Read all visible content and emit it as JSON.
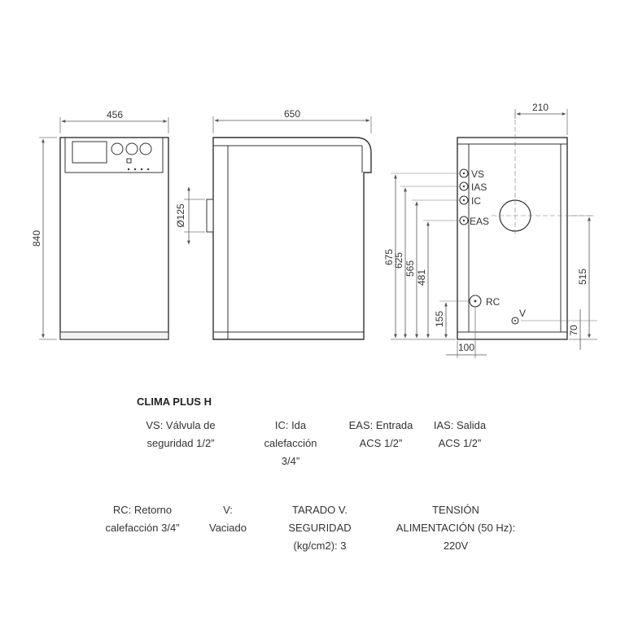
{
  "drawing": {
    "front_view": {
      "width_dim": "456",
      "height_dim": "840"
    },
    "side_view": {
      "depth_dim": "650",
      "flue_dim": "Ø125"
    },
    "rear_view": {
      "top_dim": "210",
      "bottom_dim": "100",
      "right_dims": [
        "515",
        "70"
      ],
      "left_dims": [
        "675",
        "625",
        "565",
        "481",
        "155"
      ],
      "connections": [
        "VS",
        "IAS",
        "IC",
        "EAS",
        "RC",
        "V"
      ]
    }
  },
  "legend": {
    "title": "CLIMA PLUS H",
    "items": [
      {
        "lines": [
          "VS: Válvula de",
          "seguridad 1/2”"
        ]
      },
      {
        "lines": [
          "IC: Ida",
          "calefacción",
          "3/4”"
        ]
      },
      {
        "lines": [
          "EAS: Entrada",
          "ACS 1/2”"
        ]
      },
      {
        "lines": [
          "IAS: Salida",
          "ACS 1/2”"
        ]
      },
      {
        "lines": [
          "RC: Retorno",
          "calefacción 3/4”"
        ]
      },
      {
        "lines": [
          "V:",
          "Vaciado"
        ]
      },
      {
        "lines": [
          "TARADO V.",
          "SEGURIDAD",
          "(kg/cm2): 3"
        ]
      },
      {
        "lines": [
          "TENSIÓN",
          "ALIMENTACIÓN (50 Hz):",
          "220V"
        ]
      }
    ]
  }
}
